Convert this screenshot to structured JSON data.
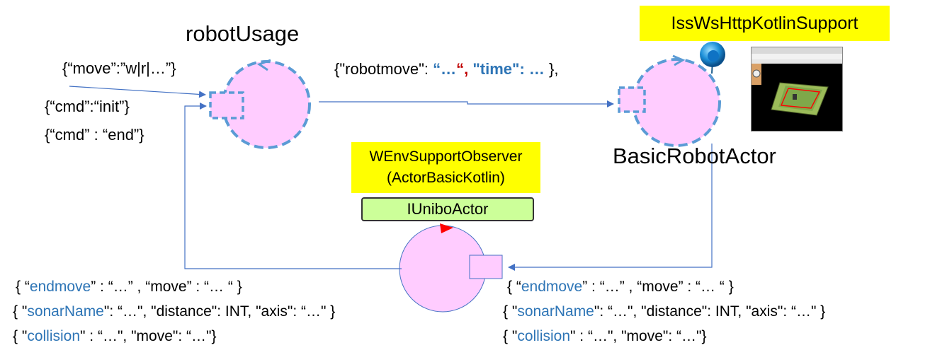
{
  "nodes": {
    "robot_usage": {
      "title": "robotUsage"
    },
    "basic_robot_actor": {
      "title": "BasicRobotActor"
    },
    "observer": {
      "type_line1": "WEnvSupportObserver",
      "type_line2": "(ActorBasicKotlin)",
      "interface": "IUniboActor"
    }
  },
  "support_label": "IssWsHttpKotlinSupport",
  "robot_usage_inputs": {
    "move": "{“move”:”w|r|…”}",
    "cmd_init": "{“cmd”:“init”}",
    "cmd_end": "{“cmd” : “end”}"
  },
  "robotmove_msg": {
    "p1": "{\"robotmove\": ",
    "p2": "“…",
    "p3": "“, ",
    "p4": "\"time\": …",
    "p5": " },"
  },
  "left_messages": {
    "l1a": "{ “",
    "l1b": "endmove",
    "l1c": "” : “…” , “move” : “… “ }",
    "l2a": "{ \"",
    "l2b": "sonarName",
    "l2c": "\": “…\", \"distance\": INT, \"axis\": “…\" }",
    "l3a": "{ \"",
    "l3b": "collision",
    "l3c": "\" : “…\", \"move\": “…\"}"
  },
  "right_messages": {
    "l1a": "{ “",
    "l1b": "endmove",
    "l1c": "” : “…” , “move” : “… “ }",
    "l2a": "{ \"",
    "l2b": "sonarName",
    "l2c": "\": “…\", \"distance\": INT, \"axis\": “…\" }",
    "l3a": "{ \"",
    "l3b": "collision",
    "l3c": "\" : “…\", \"move\": “…\"}"
  },
  "colors": {
    "actor_fill": "#ffccff",
    "actor_dash": "#5b9bd5",
    "arrow": "#4472c4",
    "highlight_text": "#2e75b6",
    "label_yellow": "#ffff00",
    "interface_green": "#ccff99"
  },
  "icons": [
    "ws-support-dot-icon",
    "browser-screenshot-thumbnail"
  ]
}
